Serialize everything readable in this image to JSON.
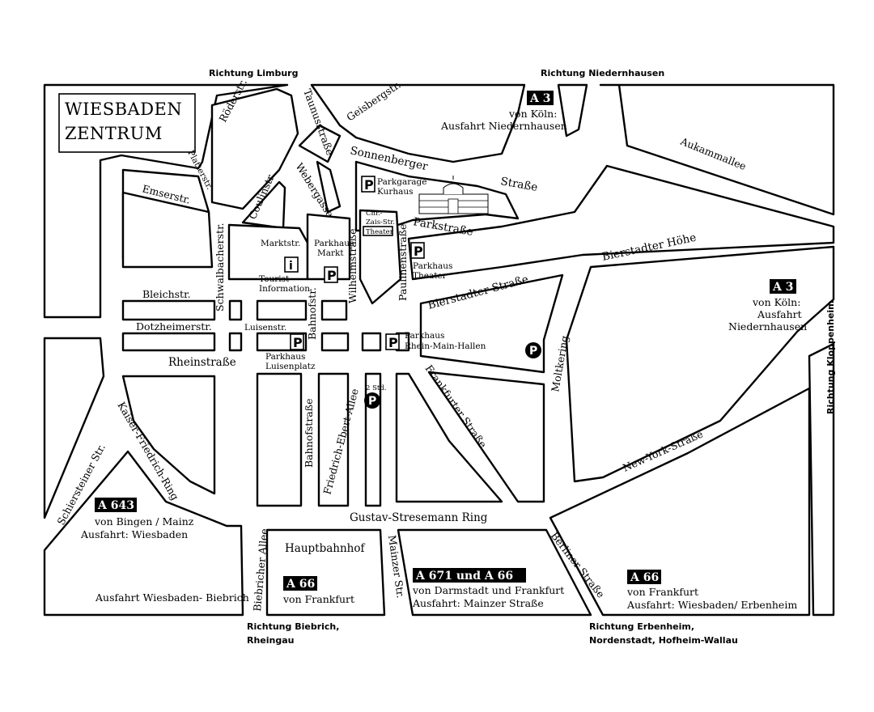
{
  "title": {
    "line1": "WIESBADEN",
    "line2": "ZENTRUM"
  },
  "directions": {
    "limburg": "Richtung Limburg",
    "niedernhausen": "Richtung Niedernhausen",
    "kloppenheim": "Richtung Kloppenheim",
    "biebrich1": "Richtung Biebrich,",
    "biebrich2": "Rheingau",
    "erbenheim1": "Richtung Erbenheim,",
    "erbenheim2": "Nordenstadt, Hofheim-Wallau"
  },
  "streets": {
    "roederstr": "Röderstr.",
    "taunusstrasse": "Taunusstraße",
    "geisbergstr": "Geisbergstr.",
    "platterstr": "Platterstr.",
    "emserstr": "Emserstr.",
    "coulinstr": "Coulinstr.",
    "webergasse": "Webergasse",
    "sonnenberger": "Sonnenberger",
    "strasse": "Straße",
    "aukammallee": "Aukammallee",
    "parkstrasse": "Parkstraße",
    "bierstadter_hoehe": "Bierstadter Höhe",
    "bierstadter_strasse": "Bierstadter Straße",
    "schwalbacherstr": "Schwalbacherstr.",
    "marktstr": "Marktstr.",
    "wilhelmstrasse": "Wilhelmstraße",
    "paulinenstrasse": "Paulinenstraße",
    "bleichstr": "Bleichstr.",
    "dotzheimerstr": "Dotzheimerstr.",
    "luisenstr": "Luisenstr.",
    "bahnofstr": "Bahnofstr.",
    "rheinstrasse": "Rheinstraße",
    "moltkering": "Moltkering",
    "frankfurter_strasse": "Frankfurter Straße",
    "kaiser_friedrich_ring": "Kaiser-Friedrich-Ring",
    "schiersteiner_str": "Schiersteiner Str.",
    "bahnofstrasse": "Bahnofstraße",
    "friedrich_ebert_allee": "Friedrich-Ebert-Allee",
    "new_york_strasse": "New-York-Straße",
    "gustav_stresemann_ring": "Gustav-Stresemann Ring",
    "biebricher_allee": "Biebricher Allee",
    "mainzer_str": "Mainzer Str.",
    "berliner_strasse": "Berliner Straße",
    "chr1": "Chr.-",
    "chr2": "Zais-Str."
  },
  "places": {
    "parkgarage1": "Parkgarage",
    "parkgarage2": "Kurhaus",
    "theater": "Theater",
    "parkhaus_theater1": "Parkhaus",
    "parkhaus_theater2": "Theater",
    "parkhaus_markt1": "Parkhaus",
    "parkhaus_markt2": "Markt",
    "tourist1": "Tourist",
    "tourist2": "Information",
    "info_icon": "i",
    "parkhaus_luisenplatz1": "Parkhaus",
    "parkhaus_luisenplatz2": "Luisenplatz",
    "parkhaus_rmh1": "Parkhaus",
    "parkhaus_rmh2": "Rhein-Main-Hallen",
    "two_hours": "2 Std.",
    "p_letter": "P",
    "hauptbahnhof": "Hauptbahnhof"
  },
  "motorways": {
    "a3_nw_badge": "A 3",
    "a3_nw_1": "von Köln:",
    "a3_nw_2": "Ausfahrt Niedernhausen",
    "a3_e_badge": "A 3",
    "a3_e_1": "von Köln:",
    "a3_e_2": "Ausfahrt",
    "a3_e_3": "Niedernhausen",
    "a643_badge": "A 643",
    "a643_1": "von Bingen / Mainz",
    "a643_2": "Ausfahrt: Wiesbaden",
    "biebrich_exit": "Ausfahrt Wiesbaden- Biebrich",
    "a66_c_badge": "A 66",
    "a66_c_1": "von Frankfurt",
    "a671_badge": "A 671 und A 66",
    "a671_1": "von Darmstadt und Frankfurt",
    "a671_2": "Ausfahrt: Mainzer Straße",
    "a66_e_badge": "A 66",
    "a66_e_1": "von Frankfurt",
    "a66_e_2": "Ausfahrt: Wiesbaden/ Erbenheim"
  }
}
